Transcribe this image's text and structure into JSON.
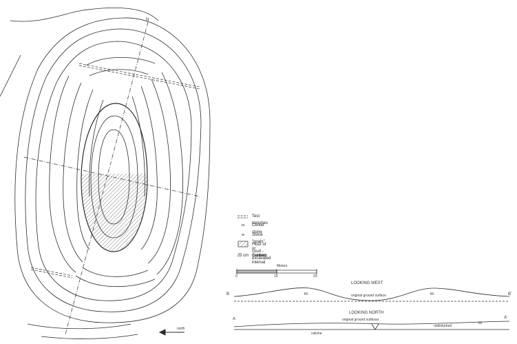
{
  "legend": {
    "items": [
      {
        "symbol_name": "test-trench-symbol",
        "label": "Test trenches"
      },
      {
        "symbol_name": "center-stone-symbol",
        "symbol_text": "cs",
        "label": "Center stone"
      },
      {
        "symbol_name": "goal-marker-symbol",
        "symbol_text": "w",
        "label": "Stone \"goals\" or markers"
      },
      {
        "symbol_name": "hatched-box-symbol",
        "label": "Floor of court - excavated"
      },
      {
        "symbol_text": "25 cm",
        "label": "Contour interval"
      }
    ]
  },
  "scale": {
    "unit": "Meters",
    "ticks": [
      "0",
      "10",
      "20"
    ]
  },
  "sections": {
    "west": {
      "title": "LOOKING WEST",
      "left_letter": "B",
      "right_letter": "B'",
      "fill_left": "fill",
      "fill_right": "fill",
      "surface": "original ground surface"
    },
    "north": {
      "title": "LOOKING NORTH",
      "left_letter": "A",
      "right_letter": "A'",
      "surface": "original ground surfaces",
      "caliche": "caliche",
      "right_note": "undisturbed",
      "fill": "fill"
    }
  },
  "map": {
    "north_label": "N",
    "arrow_label": "north"
  },
  "colors": {
    "ink": "#2a2a2a",
    "paper": "#ffffff"
  }
}
